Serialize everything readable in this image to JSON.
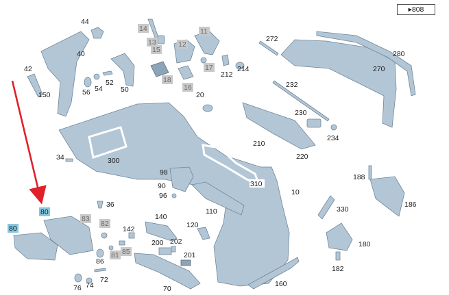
{
  "reference": {
    "text": "▸808"
  },
  "callouts": [
    {
      "id": "p44",
      "text": "44",
      "style": "plain"
    },
    {
      "id": "p40",
      "text": "40",
      "style": "plain"
    },
    {
      "id": "p42",
      "text": "42",
      "style": "plain"
    },
    {
      "id": "p150",
      "text": "150",
      "style": "plain"
    },
    {
      "id": "p56",
      "text": "56",
      "style": "plain"
    },
    {
      "id": "p54",
      "text": "54",
      "style": "plain"
    },
    {
      "id": "p52",
      "text": "52",
      "style": "plain"
    },
    {
      "id": "p50",
      "text": "50",
      "style": "plain"
    },
    {
      "id": "p14",
      "text": "14",
      "style": "gray"
    },
    {
      "id": "p13",
      "text": "13",
      "style": "gray"
    },
    {
      "id": "p15",
      "text": "15",
      "style": "gray"
    },
    {
      "id": "p12",
      "text": "12",
      "style": "gray"
    },
    {
      "id": "p11",
      "text": "11",
      "style": "gray"
    },
    {
      "id": "p18",
      "text": "18",
      "style": "gray"
    },
    {
      "id": "p16",
      "text": "16",
      "style": "gray"
    },
    {
      "id": "p17",
      "text": "17",
      "style": "gray"
    },
    {
      "id": "p212",
      "text": "212",
      "style": "plain"
    },
    {
      "id": "p214",
      "text": "214",
      "style": "plain"
    },
    {
      "id": "p20",
      "text": "20",
      "style": "plain"
    },
    {
      "id": "p272",
      "text": "272",
      "style": "plain"
    },
    {
      "id": "p280",
      "text": "280",
      "style": "plain"
    },
    {
      "id": "p270",
      "text": "270",
      "style": "plain"
    },
    {
      "id": "p232",
      "text": "232",
      "style": "plain"
    },
    {
      "id": "p230",
      "text": "230",
      "style": "plain"
    },
    {
      "id": "p234",
      "text": "234",
      "style": "plain"
    },
    {
      "id": "p210",
      "text": "210",
      "style": "plain"
    },
    {
      "id": "p220",
      "text": "220",
      "style": "plain"
    },
    {
      "id": "p300",
      "text": "300",
      "style": "plain"
    },
    {
      "id": "p34",
      "text": "34",
      "style": "plain"
    },
    {
      "id": "p98",
      "text": "98",
      "style": "plain"
    },
    {
      "id": "p90",
      "text": "90",
      "style": "plain"
    },
    {
      "id": "p96",
      "text": "96",
      "style": "plain"
    },
    {
      "id": "p310",
      "text": "310",
      "style": "plain"
    },
    {
      "id": "p10",
      "text": "10",
      "style": "plain"
    },
    {
      "id": "p188",
      "text": "188",
      "style": "plain"
    },
    {
      "id": "p186",
      "text": "186",
      "style": "plain"
    },
    {
      "id": "p36",
      "text": "36",
      "style": "plain"
    },
    {
      "id": "p110",
      "text": "110",
      "style": "plain"
    },
    {
      "id": "p330",
      "text": "330",
      "style": "plain"
    },
    {
      "id": "p80a",
      "text": "80",
      "style": "blue"
    },
    {
      "id": "p80b",
      "text": "80",
      "style": "blue"
    },
    {
      "id": "p83",
      "text": "83",
      "style": "gray"
    },
    {
      "id": "p82",
      "text": "82",
      "style": "gray"
    },
    {
      "id": "p81",
      "text": "81",
      "style": "gray"
    },
    {
      "id": "p85",
      "text": "85",
      "style": "gray"
    },
    {
      "id": "p142",
      "text": "142",
      "style": "plain"
    },
    {
      "id": "p140",
      "text": "140",
      "style": "plain"
    },
    {
      "id": "p120",
      "text": "120",
      "style": "plain"
    },
    {
      "id": "p200",
      "text": "200",
      "style": "plain"
    },
    {
      "id": "p202",
      "text": "202",
      "style": "plain"
    },
    {
      "id": "p180",
      "text": "180",
      "style": "plain"
    },
    {
      "id": "p86",
      "text": "86",
      "style": "plain"
    },
    {
      "id": "p201",
      "text": "201",
      "style": "plain"
    },
    {
      "id": "p182",
      "text": "182",
      "style": "plain"
    },
    {
      "id": "p72",
      "text": "72",
      "style": "plain"
    },
    {
      "id": "p76",
      "text": "76",
      "style": "plain"
    },
    {
      "id": "p74",
      "text": "74",
      "style": "plain"
    },
    {
      "id": "p70",
      "text": "70",
      "style": "plain"
    },
    {
      "id": "p160",
      "text": "160",
      "style": "plain"
    }
  ],
  "colors": {
    "part_fill": "#b3c6d6",
    "part_stroke": "#6f8698",
    "highlight_arrow": "#e0202a",
    "chip_gray": "#c9c9c9",
    "chip_blue": "#87c7e0"
  }
}
